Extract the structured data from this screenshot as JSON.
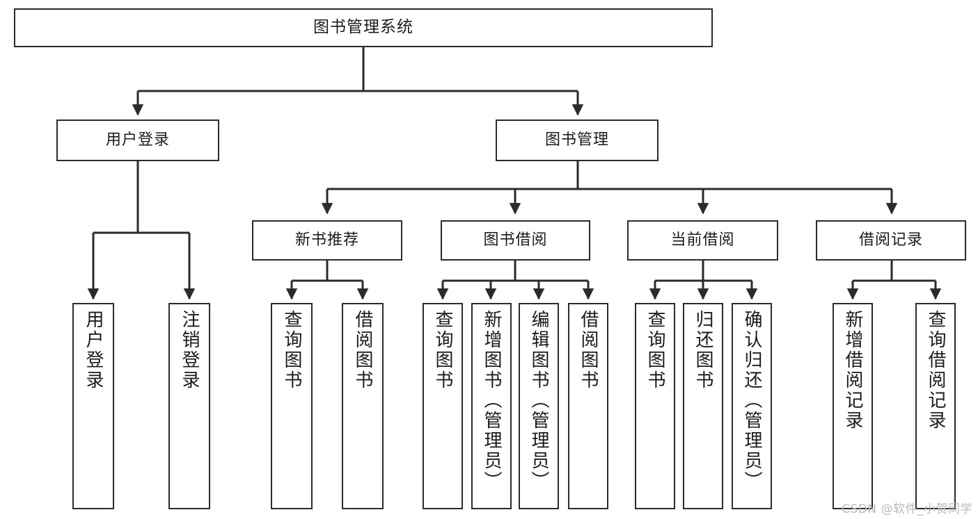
{
  "diagram": {
    "type": "tree-hierarchy-chart",
    "title": "图书管理系统",
    "line_color": "#2b2b2b",
    "box_fill": "#ffffff",
    "text_color": "#1b1b1b",
    "levels": {
      "root": "图书管理系统",
      "level2": [
        "用户登录",
        "图书管理"
      ],
      "level3": [
        "新书推荐",
        "图书借阅",
        "当前借阅",
        "借阅记录"
      ]
    },
    "nodes": {
      "root": {
        "label": "图书管理系统"
      },
      "user_login": {
        "label": "用户登录"
      },
      "book_manage": {
        "label": "图书管理"
      },
      "new_book_rec": {
        "label": "新书推荐"
      },
      "book_borrow": {
        "label": "图书借阅"
      },
      "current_borrow": {
        "label": "当前借阅"
      },
      "borrow_record": {
        "label": "借阅记录"
      }
    },
    "leaves": {
      "user_login": [
        {
          "label": "用户登录"
        },
        {
          "label": "注销登录"
        }
      ],
      "new_book_rec": [
        {
          "label": "查询图书"
        },
        {
          "label": "借阅图书"
        }
      ],
      "book_borrow": [
        {
          "label": "查询图书"
        },
        {
          "label": "新增图书（管理员）"
        },
        {
          "label": "编辑图书（管理员）"
        },
        {
          "label": "借阅图书"
        }
      ],
      "current_borrow": [
        {
          "label": "查询图书"
        },
        {
          "label": "归还图书"
        },
        {
          "label": "确认归还（管理员）"
        }
      ],
      "borrow_record": [
        {
          "label": "新增借阅记录"
        },
        {
          "label": "查询借阅记录"
        }
      ]
    },
    "watermark": "CSDN @软件_小贺同学"
  }
}
